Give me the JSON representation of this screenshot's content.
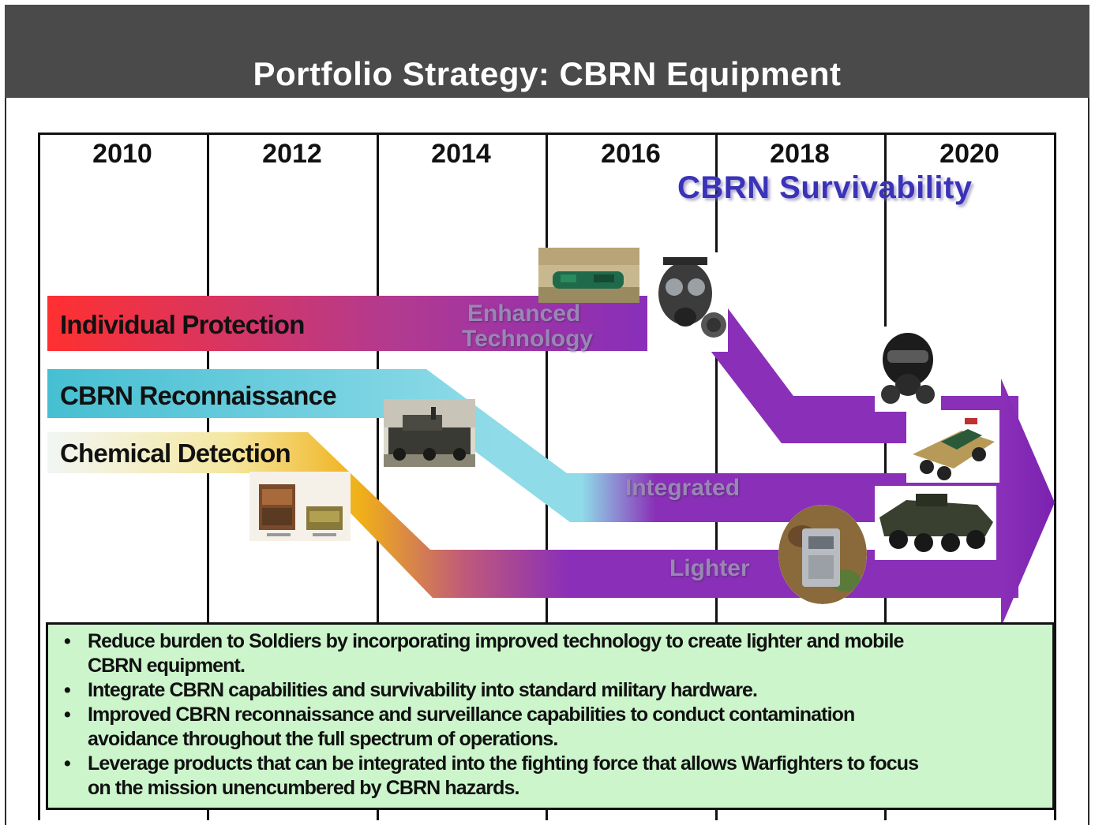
{
  "header": {
    "title": "Portfolio Strategy: CBRN Equipment"
  },
  "timeline": {
    "years": [
      "2010",
      "2012",
      "2014",
      "2016",
      "2018",
      "2020"
    ]
  },
  "goal_label": "CBRN Survivability",
  "bands": [
    {
      "label": "Individual Protection",
      "flow_label": "Enhanced Technology",
      "colors": [
        "#ff3a3a",
        "#a23aa8",
        "#8a2fb8"
      ]
    },
    {
      "label": "CBRN Reconnaissance",
      "flow_label": "Integrated",
      "colors": [
        "#4ec3d6",
        "#7fd6e4",
        "#8a2fb8"
      ]
    },
    {
      "label": "Chemical Detection",
      "flow_label": "Lighter",
      "colors": [
        "#f4f4f0",
        "#f0c020",
        "#8a2fb8"
      ]
    }
  ],
  "enhanced": {
    "line1": "Enhanced",
    "line2": "Technology"
  },
  "images": [
    "detector-kit-photo",
    "armored-vehicle-photo",
    "field-equipment-photo",
    "gas-mask-photo",
    "protective-mask-photo",
    "recon-vehicle-photo",
    "stryker-vehicle-photo",
    "sensor-device-photo"
  ],
  "bullets": [
    {
      "line1": "Reduce burden to Soldiers by incorporating improved technology to create lighter and mobile",
      "line2": "CBRN equipment."
    },
    {
      "line1": "Integrate CBRN capabilities and survivability into standard military hardware.",
      "line2": ""
    },
    {
      "line1": "Improved CBRN reconnaissance and surveillance capabilities to conduct contamination",
      "line2": "avoidance throughout the full spectrum of operations."
    },
    {
      "line1": "Leverage products that can be integrated into the fighting force that allows Warfighters to focus",
      "line2": "on the mission unencumbered by CBRN hazards."
    }
  ],
  "bullet_symbol": "•"
}
